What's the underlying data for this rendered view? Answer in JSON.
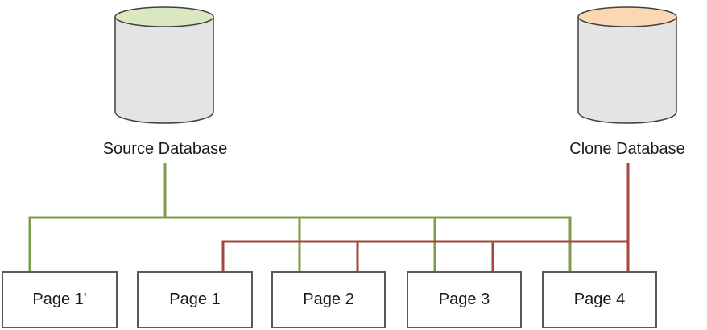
{
  "diagram": {
    "source_db": {
      "label": "Source Database",
      "icon": "database-cylinder-icon",
      "top_color": "#dbe7c1",
      "body_color": "#e4e4e4"
    },
    "clone_db": {
      "label": "Clone Database",
      "icon": "database-cylinder-icon",
      "top_color": "#fbd7b4",
      "body_color": "#e4e4e4"
    },
    "pages": [
      {
        "label": "Page 1'"
      },
      {
        "label": "Page 1"
      },
      {
        "label": "Page 2"
      },
      {
        "label": "Page 3"
      },
      {
        "label": "Page 4"
      }
    ],
    "links": {
      "source_link_color": "#7d9c4b",
      "clone_link_color": "#a3463d"
    },
    "connections": {
      "source_database_links_to": [
        "Page 1'",
        "Page 2",
        "Page 3",
        "Page 4"
      ],
      "clone_database_links_to": [
        "Page 1",
        "Page 2",
        "Page 3",
        "Page 4"
      ]
    },
    "box_border_color": "#595959"
  }
}
